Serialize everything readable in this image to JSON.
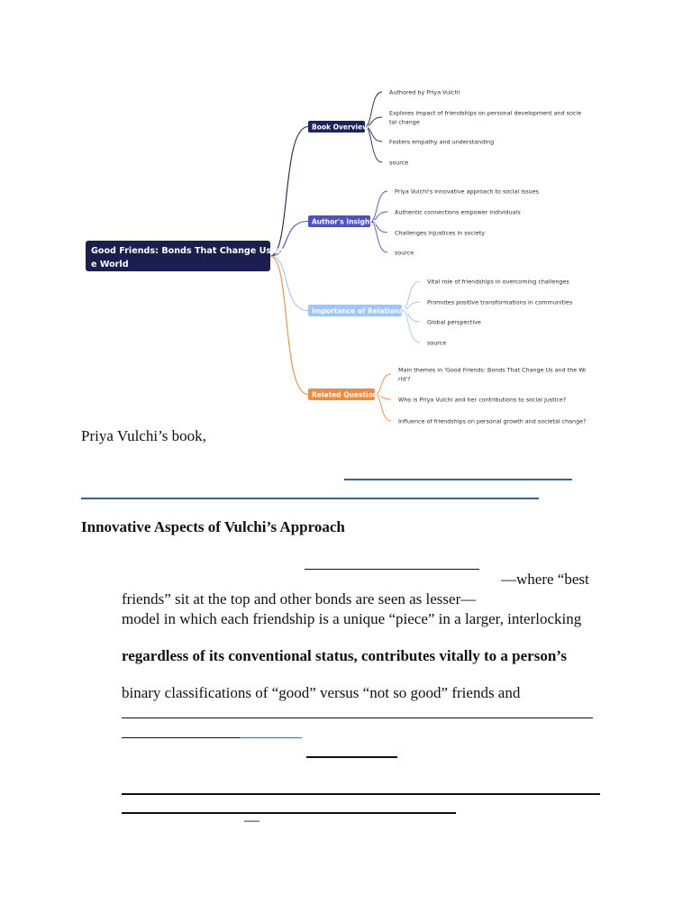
{
  "mindmap": {
    "root": {
      "lines": [
        "Good Friends: Bonds That Change Us and th",
        "e World"
      ],
      "color": "#1b1f4f"
    },
    "branches": [
      {
        "label": "Book Overview",
        "color": "#1f2358",
        "leaves": [
          [
            "Authored by Priya Vulchi"
          ],
          [
            "Explores impact of friendships on personal development and socie",
            "tal change"
          ],
          [
            "Fosters empathy and understanding"
          ],
          [
            "source"
          ]
        ]
      },
      {
        "label": "Author's Insights",
        "color": "#4a4fd6",
        "leaves": [
          [
            "Priya Vulchi's innovative approach to social issues"
          ],
          [
            "Authentic connections empower individuals"
          ],
          [
            "Challenges injustices in society"
          ],
          [
            "source"
          ]
        ]
      },
      {
        "label": "Importance of Relationships",
        "color": "#9fc4ff",
        "leaves": [
          [
            "Vital role of friendships in overcoming challenges"
          ],
          [
            "Promotes positive transformations in communities"
          ],
          [
            "Global perspective"
          ],
          [
            "source"
          ]
        ]
      },
      {
        "label": "Related Questions",
        "color": "#f5893a",
        "leaves": [
          [
            "Main themes in 'Good Friends: Bonds That Change Us and the Wo",
            "rld'?"
          ],
          [
            "Who is Priya Vulchi and her contributions to social justice?"
          ],
          [
            "Influence of friendships on personal growth and societal change?"
          ]
        ]
      }
    ]
  },
  "doc": {
    "intro": "Priya Vulchi’s book,",
    "heading": "Innovative Aspects of Vulchi’s Approach",
    "line_where": "—where “best",
    "line_friends": "friends” sit at the top and other bonds are seen as lesser—",
    "line_model": "model in which each friendship is a unique “piece” in a larger, interlocking",
    "line_regardless": "regardless of its conventional status, contributes vitally to a person’s",
    "line_binary": "binary classifications of “good” versus “not so good” friends and",
    "line_dash": "—"
  }
}
